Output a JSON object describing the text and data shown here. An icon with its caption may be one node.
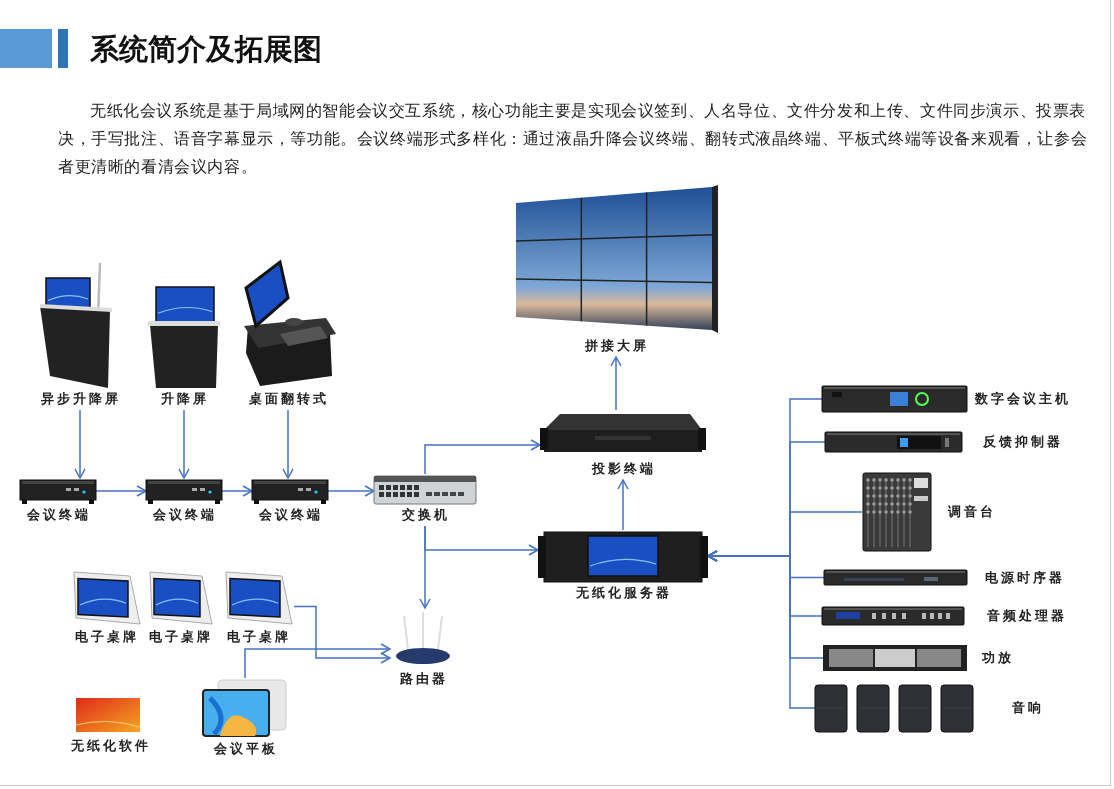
{
  "diagram": {
    "title": "系统简介及拓展图",
    "nodes": [
      {
        "text": [
          "异步升降屏"
        ]
      },
      {
        "text": [
          "升降屏"
        ]
      },
      {
        "text": [
          "桌面翻转式"
        ]
      },
      {
        "text": [
          "会议终端"
        ]
      },
      {
        "text": [
          "会议终端"
        ]
      },
      {
        "text": [
          "会议终端"
        ]
      },
      {
        "text": [
          "交换机"
        ]
      },
      {
        "text": [
          "拼接大屏"
        ]
      },
      {
        "text": [
          "投影终端"
        ]
      },
      {
        "text": [
          "无纸化服务器"
        ]
      },
      {
        "text": [
          "电子桌牌"
        ]
      },
      {
        "text": [
          "电子桌牌"
        ]
      },
      {
        "text": [
          "电子桌牌"
        ]
      },
      {
        "text": [
          "路由器"
        ]
      },
      {
        "text": [
          "无纸化软件"
        ]
      },
      {
        "text": [
          "会议平板"
        ]
      },
      {
        "text": [
          "数字会议主机"
        ]
      },
      {
        "text": [
          "反馈抑制器"
        ]
      },
      {
        "text": [
          "调音台"
        ]
      },
      {
        "text": [
          "电源时序器"
        ]
      },
      {
        "text": [
          "音频处理器"
        ]
      },
      {
        "text": [
          "功放"
        ]
      },
      {
        "text": [
          "音响"
        ]
      }
    ],
    "edges": [
      {
        "from": 0,
        "to": 3,
        "arrow": "to"
      },
      {
        "from": 1,
        "to": 4,
        "arrow": "to"
      },
      {
        "from": 2,
        "to": 5,
        "arrow": "to"
      },
      {
        "from": 3,
        "to": 4,
        "arrow": "to"
      },
      {
        "from": 4,
        "to": 5,
        "arrow": "to"
      },
      {
        "from": 5,
        "to": 6,
        "arrow": "to"
      },
      {
        "from": 6,
        "to": 8,
        "arrow": "to"
      },
      {
        "from": 8,
        "to": 7,
        "arrow": "to"
      },
      {
        "from": 9,
        "to": 8,
        "arrow": "to"
      },
      {
        "from": 6,
        "to": 9,
        "arrow": "to"
      },
      {
        "from": 6,
        "to": 13,
        "arrow": "to"
      },
      {
        "from": 12,
        "to": 13,
        "arrow": "to"
      },
      {
        "from": 15,
        "to": 13,
        "arrow": "to"
      },
      {
        "from": 16,
        "to": 9,
        "arrow": "to"
      },
      {
        "from": 17,
        "to": 9,
        "arrow": "to"
      },
      {
        "from": 18,
        "to": 9,
        "arrow": "to"
      },
      {
        "from": 19,
        "to": 9,
        "arrow": "to"
      },
      {
        "from": 20,
        "to": 9,
        "arrow": "to"
      },
      {
        "from": 21,
        "to": 9,
        "arrow": "to"
      },
      {
        "from": 22,
        "to": 9,
        "arrow": "to"
      }
    ],
    "labels": [
      "无纸化会议系统是基于局域网的智能会议交互系统，核心功能主要是实现会议签到、人名导位、文件分发和上传、文件同步演示、投票表决，手写批注、语音字幕显示，等功能。会议终端形式多样化：通过液晶升降会议终端、翻转式液晶终端、平板式终端等设备来观看，让参会者更清晰的看清会议内容。"
    ]
  }
}
